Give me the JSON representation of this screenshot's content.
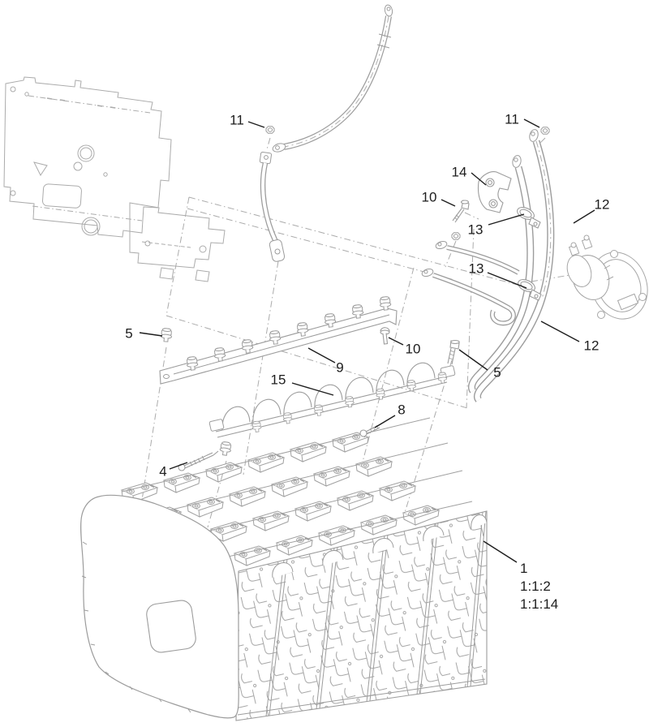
{
  "figure": {
    "type": "exploded-parts-diagram",
    "description": "Battery pack, bus bar and battery cable assembly exploded view",
    "background_color": "#ffffff",
    "part_line_color": "#9c9c9c",
    "phantom_line_color": "#ababab",
    "callout_color": "#1d1d1d",
    "visible_part_numbers": [
      "1",
      "4",
      "5",
      "8",
      "9",
      "10",
      "11",
      "12",
      "13",
      "14",
      "15"
    ],
    "reference_labels": [
      "1:1:2",
      "1:1:14"
    ]
  },
  "callouts": [
    {
      "id": "callout-11-left",
      "label": "11"
    },
    {
      "id": "callout-11-right",
      "label": "11"
    },
    {
      "id": "callout-14",
      "label": "14"
    },
    {
      "id": "callout-10-right",
      "label": "10"
    },
    {
      "id": "callout-12-upper",
      "label": "12"
    },
    {
      "id": "callout-13-upper",
      "label": "13"
    },
    {
      "id": "callout-13-lower",
      "label": "13"
    },
    {
      "id": "callout-12-lower",
      "label": "12"
    },
    {
      "id": "callout-5-left",
      "label": "5"
    },
    {
      "id": "callout-10-middle",
      "label": "10"
    },
    {
      "id": "callout-9",
      "label": "9"
    },
    {
      "id": "callout-15",
      "label": "15"
    },
    {
      "id": "callout-5-right",
      "label": "5"
    },
    {
      "id": "callout-8",
      "label": "8"
    },
    {
      "id": "callout-4",
      "label": "4"
    },
    {
      "id": "callout-1",
      "label": "1"
    },
    {
      "id": "callout-1-ref-a",
      "label": "1:1:2"
    },
    {
      "id": "callout-1-ref-b",
      "label": "1:1:14"
    }
  ]
}
